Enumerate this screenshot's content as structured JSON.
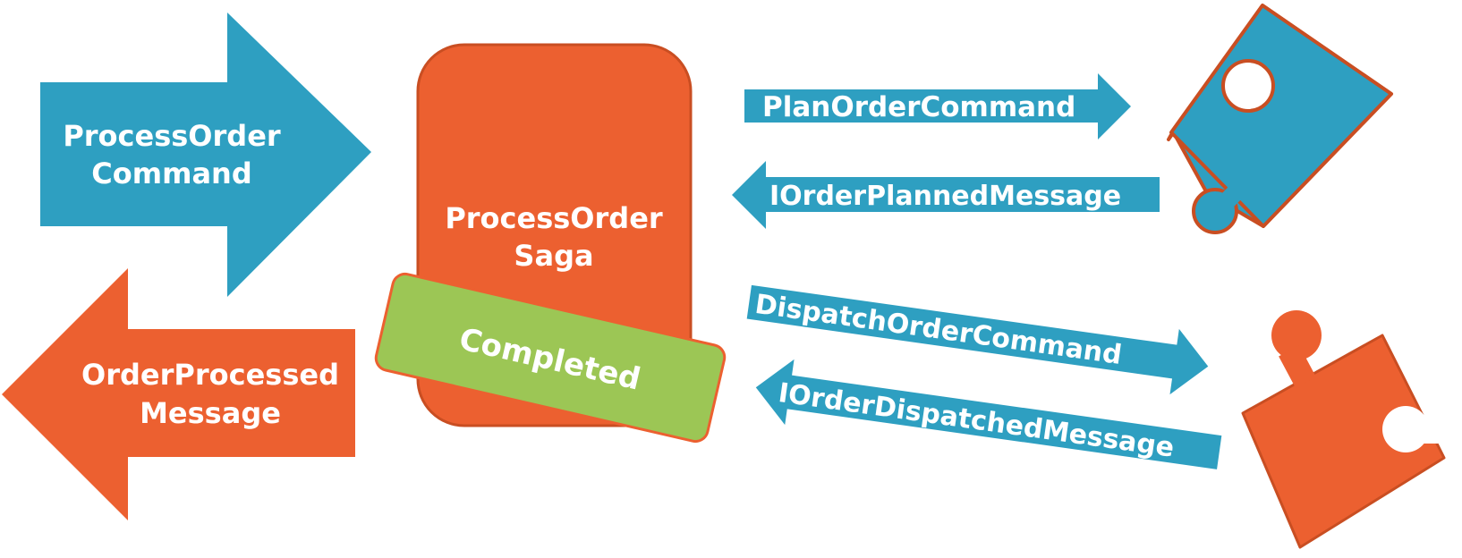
{
  "colors": {
    "blue": "#2e9fc1",
    "orange": "#ec6030",
    "green": "#9cc655",
    "background": "#ffffff",
    "text": "#ffffff"
  },
  "incoming_command": {
    "line1": "ProcessOrder",
    "line2": "Command"
  },
  "outgoing_message": {
    "line1": "OrderProcessed",
    "line2": "Message"
  },
  "saga": {
    "line1": "ProcessOrder",
    "line2": "Saga",
    "status_label": "Completed"
  },
  "messages": {
    "plan_order_command": "PlanOrderCommand",
    "order_planned_message": "IOrderPlannedMessage",
    "dispatch_order_command": "DispatchOrderCommand",
    "order_dispatched_message": "IOrderDispatchedMessage"
  },
  "icons": {
    "planning_service": "puzzle-piece-icon",
    "dispatch_service": "puzzle-piece-icon"
  }
}
